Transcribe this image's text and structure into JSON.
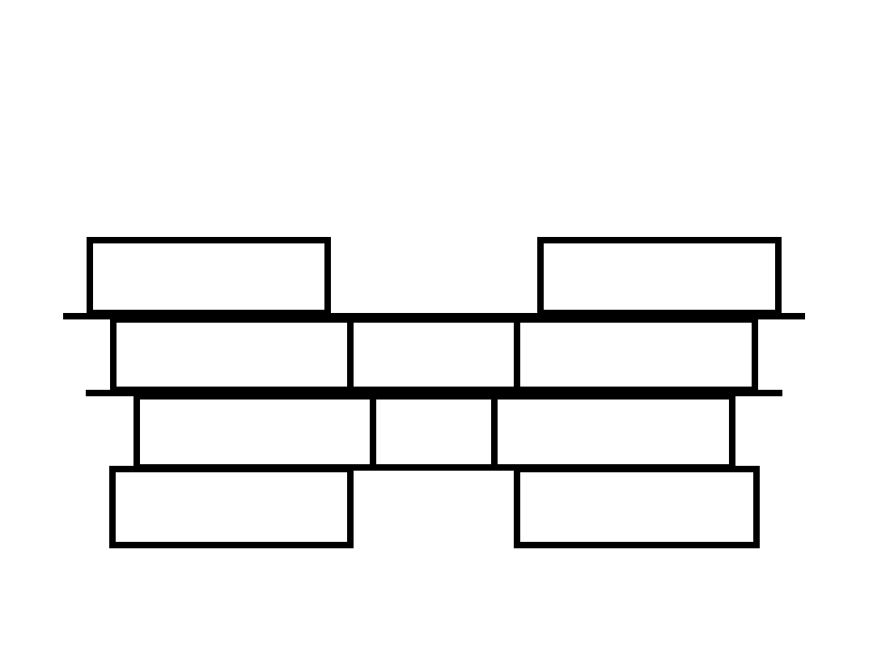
{
  "diagram": {
    "description_free": true,
    "colors": {
      "background": "#ffffff",
      "stroke": "#000000",
      "block_fill": "#ffffff"
    },
    "rows": [
      {
        "name": "top-row",
        "block_count": 2
      },
      {
        "name": "second-row",
        "block_count": 3
      },
      {
        "name": "third-row",
        "block_count": 3
      },
      {
        "name": "bottom-row",
        "block_count": 2
      }
    ],
    "shelf_lines": 2
  }
}
